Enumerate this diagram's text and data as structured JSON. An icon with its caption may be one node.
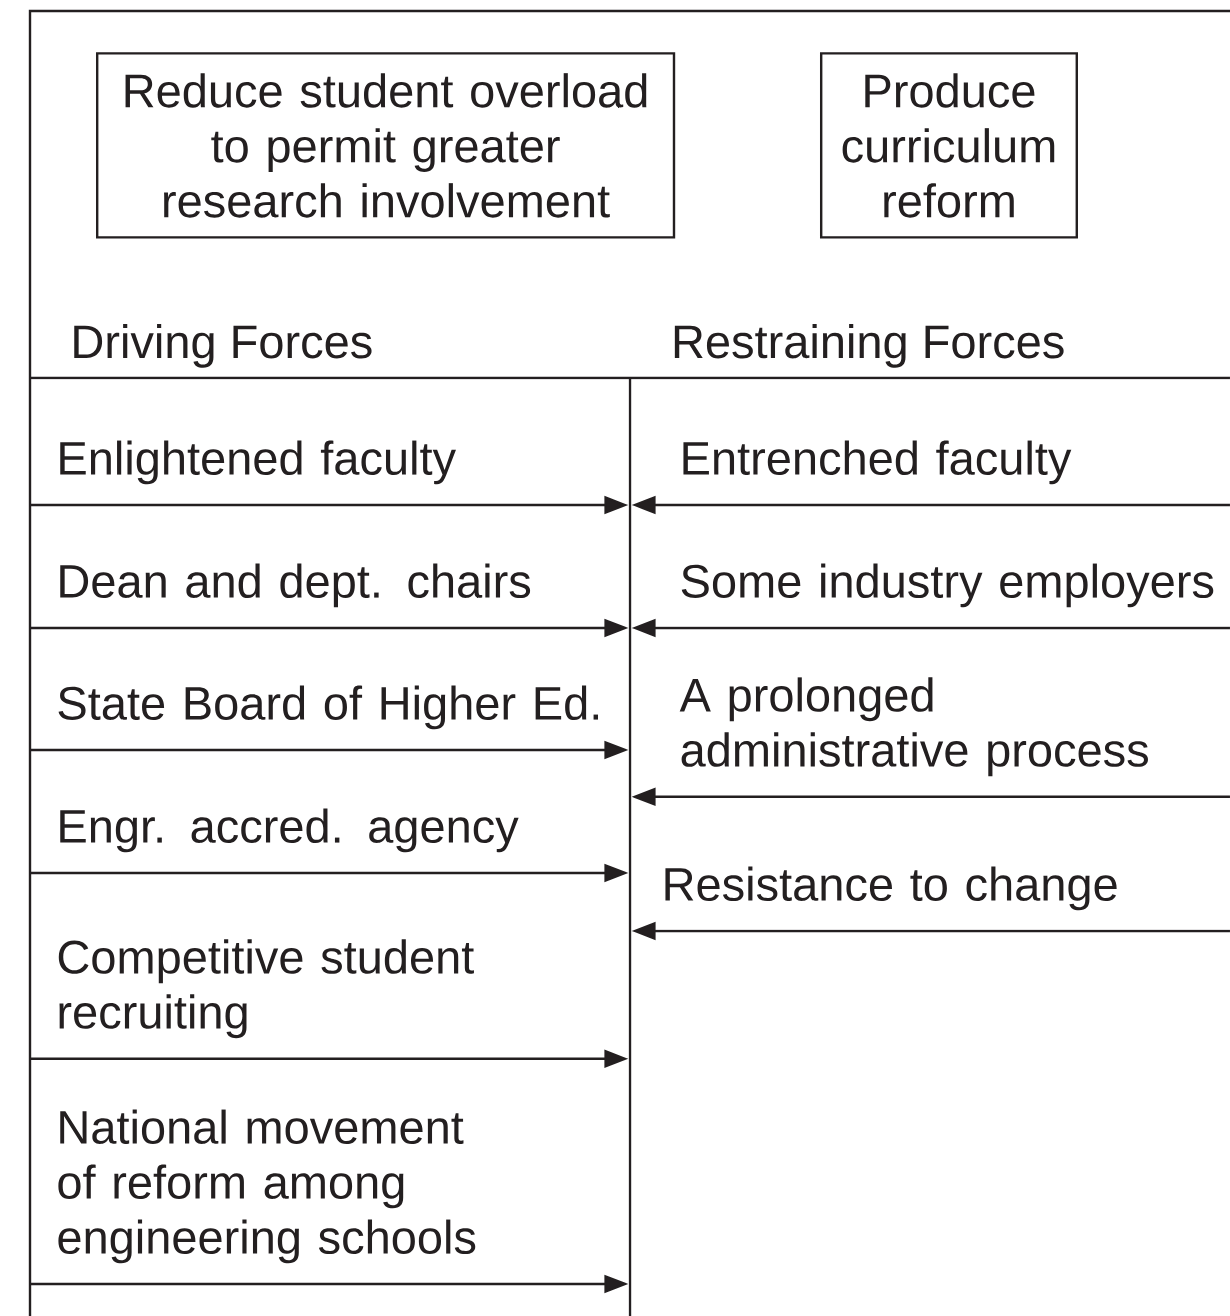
{
  "diagram": {
    "nodes": [
      {
        "text": [
          "Reduce student overload to permit greater research involvement"
        ]
      },
      {
        "text": [
          "Produce curriculum reform"
        ]
      },
      {
        "text": [],
        "shape": "bar"
      }
    ],
    "edges": [
      {
        "from": null,
        "to": 2,
        "arrow": "to",
        "label": "Enlightened faculty"
      },
      {
        "from": null,
        "to": 2,
        "arrow": "to",
        "label": "Dean and dept. chairs"
      },
      {
        "from": null,
        "to": 2,
        "arrow": "to",
        "label": "State Board of Higher Ed."
      },
      {
        "from": null,
        "to": 2,
        "arrow": "to",
        "label": "Engr. accred. agency"
      },
      {
        "from": null,
        "to": 2,
        "arrow": "to",
        "label": "Competitive student recruiting"
      },
      {
        "from": null,
        "to": 2,
        "arrow": "to",
        "label": "National movement of reform among engineering schools"
      },
      {
        "from": null,
        "to": 2,
        "arrow": "to",
        "label": "Entrenched faculty"
      },
      {
        "from": null,
        "to": 2,
        "arrow": "to",
        "label": "Some industry employers"
      },
      {
        "from": null,
        "to": 2,
        "arrow": "to",
        "label": "A prolonged administrative process"
      },
      {
        "from": null,
        "to": 2,
        "arrow": "to",
        "label": "Resistance to change"
      }
    ],
    "labels": [
      "Driving Forces",
      "Restraining Forces"
    ]
  }
}
